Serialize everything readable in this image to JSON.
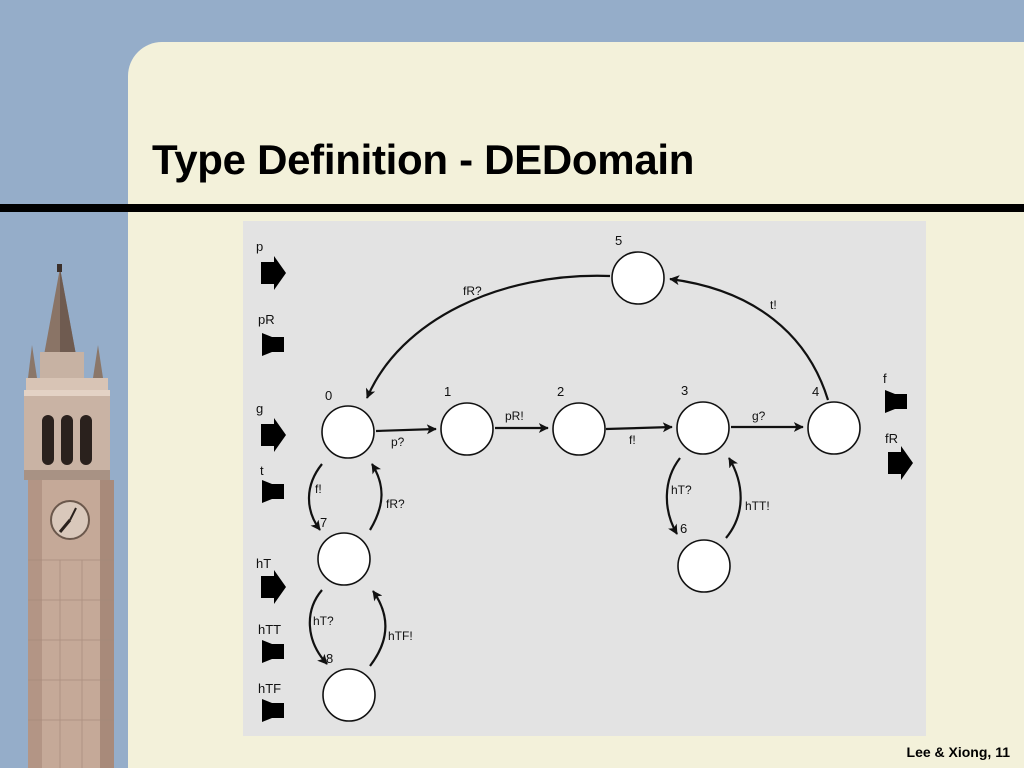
{
  "slide": {
    "title": "Type Definition - DEDomain",
    "footer": "Lee & Xiong, 11"
  },
  "colors": {
    "background_blue": "#95adc9",
    "panel_cream": "#f3f1da",
    "diagram_gray": "#e3e3e3",
    "ink": "#111111"
  },
  "ports": [
    {
      "id": "p",
      "label": "p",
      "icon": "input-arrow-icon"
    },
    {
      "id": "pR",
      "label": "pR",
      "icon": "output-speaker-icon"
    },
    {
      "id": "g",
      "label": "g",
      "icon": "input-arrow-icon"
    },
    {
      "id": "t",
      "label": "t",
      "icon": "output-speaker-icon"
    },
    {
      "id": "hT",
      "label": "hT",
      "icon": "input-arrow-icon"
    },
    {
      "id": "hTT",
      "label": "hTT",
      "icon": "output-speaker-icon"
    },
    {
      "id": "hTF",
      "label": "hTF",
      "icon": "output-speaker-icon"
    },
    {
      "id": "f",
      "label": "f",
      "icon": "output-speaker-icon"
    },
    {
      "id": "fR",
      "label": "fR",
      "icon": "input-arrow-icon"
    }
  ],
  "states": [
    {
      "id": "0",
      "label": "0"
    },
    {
      "id": "1",
      "label": "1"
    },
    {
      "id": "2",
      "label": "2"
    },
    {
      "id": "3",
      "label": "3"
    },
    {
      "id": "4",
      "label": "4"
    },
    {
      "id": "5",
      "label": "5"
    },
    {
      "id": "6",
      "label": "6"
    },
    {
      "id": "7",
      "label": "7"
    },
    {
      "id": "8",
      "label": "8"
    }
  ],
  "transitions": [
    {
      "from": "0",
      "to": "1",
      "label": "p?"
    },
    {
      "from": "1",
      "to": "2",
      "label": "pR!"
    },
    {
      "from": "2",
      "to": "3",
      "label": "f!"
    },
    {
      "from": "3",
      "to": "4",
      "label": "g?"
    },
    {
      "from": "4",
      "to": "5",
      "label": "t!"
    },
    {
      "from": "5",
      "to": "0",
      "label": "fR?"
    },
    {
      "from": "0",
      "to": "7",
      "label": "f!"
    },
    {
      "from": "7",
      "to": "0",
      "label": "fR?"
    },
    {
      "from": "7",
      "to": "8",
      "label": "hT?"
    },
    {
      "from": "8",
      "to": "7",
      "label": "hTF!"
    },
    {
      "from": "3",
      "to": "6",
      "label": "hT?"
    },
    {
      "from": "6",
      "to": "3",
      "label": "hTT!"
    }
  ]
}
